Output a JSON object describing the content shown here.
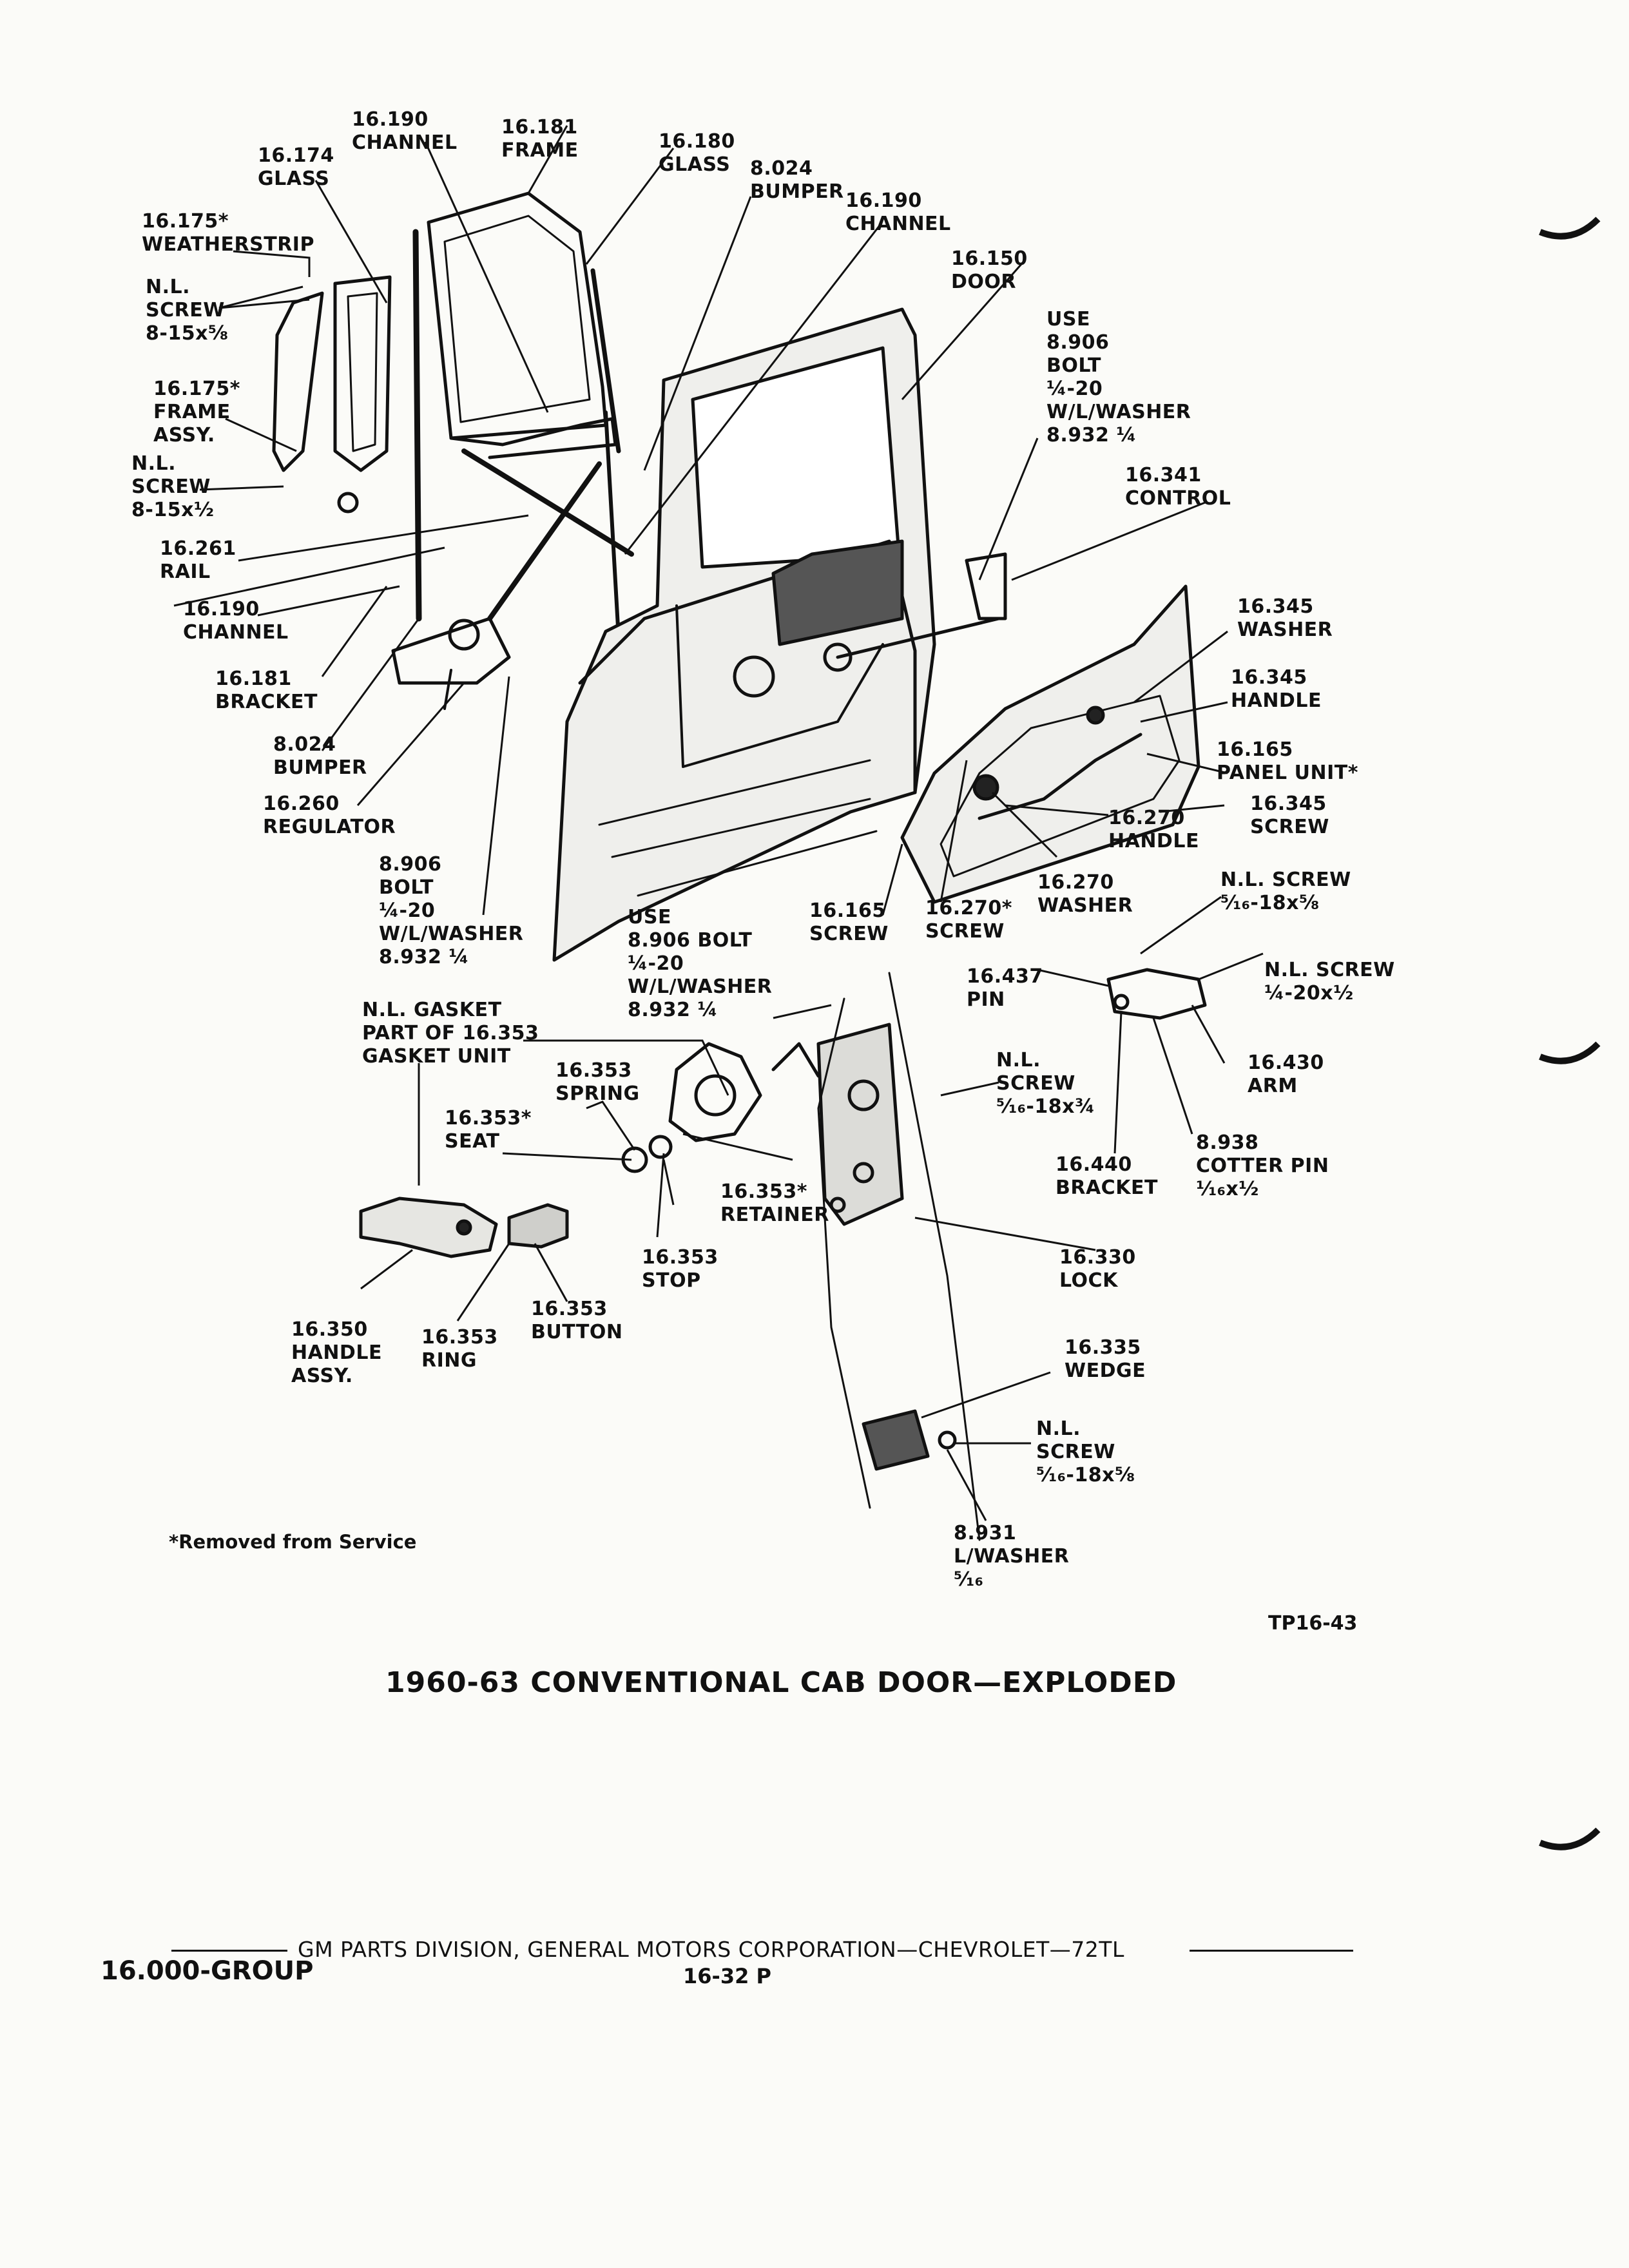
{
  "labels": {
    "glass_16174": [
      "16.174",
      "GLASS"
    ],
    "channel_16190_top": [
      "16.190",
      "CHANNEL"
    ],
    "frame_16181": [
      "16.181",
      "FRAME"
    ],
    "glass_16180": [
      "16.180",
      "GLASS"
    ],
    "bumper_8024_top": [
      "8.024",
      "BUMPER"
    ],
    "channel_16190_right": [
      "16.190",
      "CHANNEL"
    ],
    "door_16150": [
      "16.150",
      "DOOR"
    ],
    "weatherstrip_16175": [
      "16.175*",
      "WEATHERSTRIP"
    ],
    "screw_nl_top": [
      "N.L.",
      "SCREW",
      "8-15x⅝"
    ],
    "frame_assy_16175": [
      "16.175*",
      "FRAME",
      "ASSY."
    ],
    "screw_nl_mid": [
      "N.L.",
      "SCREW",
      "8-15x½"
    ],
    "use_bolt_top": [
      "USE",
      "8.906",
      "BOLT",
      "¼-20",
      "W/L/WASHER",
      "8.932 ¼"
    ],
    "control_16341": [
      "16.341",
      "CONTROL"
    ],
    "rail_16261": [
      "16.261",
      "RAIL"
    ],
    "channel_16190_left": [
      "16.190",
      "CHANNEL"
    ],
    "bracket_16181": [
      "16.181",
      "BRACKET"
    ],
    "bumper_8024_left": [
      "8.024",
      "BUMPER"
    ],
    "regulator_16260": [
      "16.260",
      "REGULATOR"
    ],
    "washer_16345": [
      "16.345",
      "WASHER"
    ],
    "handle_16345": [
      "16.345",
      "HANDLE"
    ],
    "panel_unit_16165": [
      "16.165",
      "PANEL UNIT*"
    ],
    "screw_16345": [
      "16.345",
      "SCREW"
    ],
    "handle_16270": [
      "16.270",
      "HANDLE"
    ],
    "washer_16270": [
      "16.270",
      "WASHER"
    ],
    "screw_16270": [
      "16.270*",
      "SCREW"
    ],
    "screw_16165": [
      "16.165",
      "SCREW"
    ],
    "bolt_8906_left": [
      "8.906",
      "BOLT",
      "¼-20",
      "W/L/WASHER",
      "8.932 ¼"
    ],
    "use_bolt_mid": [
      "USE",
      "8.906 BOLT",
      "¼-20",
      "W/L/WASHER",
      "8.932 ¼"
    ],
    "screw_nl_516_58": [
      "N.L. SCREW",
      "⁵⁄₁₆-18x⅝"
    ],
    "screw_nl_14_12": [
      "N.L. SCREW",
      "¼-20x½"
    ],
    "pin_16437": [
      "16.437",
      "PIN"
    ],
    "gasket_nl": [
      "N.L. GASKET",
      "PART OF 16.353",
      "GASKET UNIT"
    ],
    "spring_16353": [
      "16.353",
      "SPRING"
    ],
    "seat_16353": [
      "16.353*",
      "SEAT"
    ],
    "screw_nl_516_34": [
      "N.L.",
      "SCREW",
      "⁵⁄₁₆-18x¾"
    ],
    "arm_16430": [
      "16.430",
      "ARM"
    ],
    "retainer_16353": [
      "16.353*",
      "RETAINER"
    ],
    "bracket_16440": [
      "16.440",
      "BRACKET"
    ],
    "cotter_pin_8938": [
      "8.938",
      "COTTER PIN",
      "¹⁄₁₆x½"
    ],
    "stop_16353": [
      "16.353",
      "STOP"
    ],
    "lock_16330": [
      "16.330",
      "LOCK"
    ],
    "button_16353": [
      "16.353",
      "BUTTON"
    ],
    "handle_assy_16350": [
      "16.350",
      "HANDLE",
      "ASSY."
    ],
    "ring_16353": [
      "16.353",
      "RING"
    ],
    "wedge_16335": [
      "16.335",
      "WEDGE"
    ],
    "screw_nl_bottom": [
      "N.L.",
      "SCREW",
      "⁵⁄₁₆-18x⅝"
    ],
    "lwasher_8931": [
      "8.931",
      "L/WASHER",
      "⁵⁄₁₆"
    ]
  },
  "note": "*Removed from Service",
  "figure_id": "TP16-43",
  "title": "1960-63 CONVENTIONAL CAB DOOR—EXPLODED",
  "footer": {
    "group": "16.000-GROUP",
    "corporation": "GM PARTS DIVISION, GENERAL MOTORS CORPORATION—CHEVROLET—72TL",
    "page": "16-32 P"
  }
}
